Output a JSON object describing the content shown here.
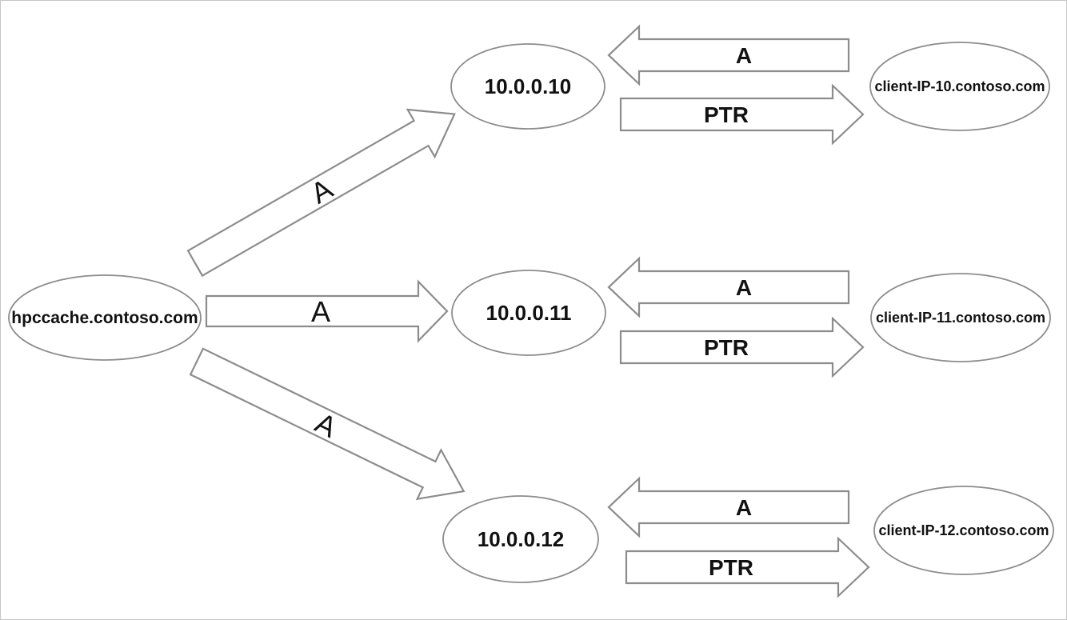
{
  "diagram": {
    "source_node": {
      "label": "hpccache.contoso.com"
    },
    "fan_arrows": [
      {
        "label": "A",
        "direction": "up-right"
      },
      {
        "label": "A",
        "direction": "right"
      },
      {
        "label": "A",
        "direction": "down-right"
      }
    ],
    "rows": [
      {
        "ip": "10.0.0.10",
        "client": "client-IP-10.contoso.com",
        "reverse_arrow_label": "A",
        "forward_arrow_label": "PTR"
      },
      {
        "ip": "10.0.0.11",
        "client": "client-IP-11.contoso.com",
        "reverse_arrow_label": "A",
        "forward_arrow_label": "PTR"
      },
      {
        "ip": "10.0.0.12",
        "client": "client-IP-12.contoso.com",
        "reverse_arrow_label": "A",
        "forward_arrow_label": "PTR"
      }
    ],
    "colors": {
      "shape_stroke": "#8c8c8c",
      "text": "#111111",
      "background": "#ffffff",
      "frame_border": "#c6c6c6"
    }
  }
}
